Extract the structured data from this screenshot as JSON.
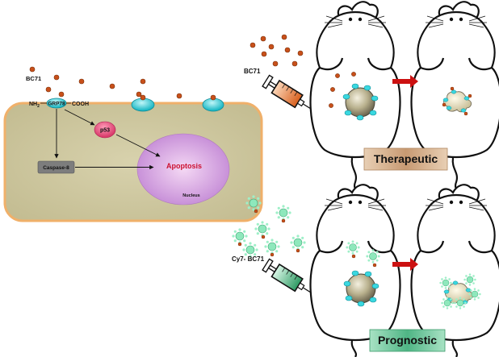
{
  "cell": {
    "bc71_label": "BC71",
    "nh2_label": "NH",
    "nh2_sub": "2",
    "receptor_label": "GRP78",
    "cooh_label": "COOH",
    "p53_label": "p53",
    "caspase_label": "Caspase-8",
    "apoptosis_label": "Apoptosis",
    "nucleus_label": "Nucleus"
  },
  "therapeutic": {
    "agent_label": "BC71",
    "badge_label": "Therapeutic"
  },
  "prognostic": {
    "agent_label": "Cy7- BC71",
    "badge_label": "Prognostic"
  },
  "colors": {
    "cell_fill": "#c9c39a",
    "cell_border": "#e8b070",
    "receptor": "#33d0d8",
    "peptide": "#c8501a",
    "p53": "#e0507a",
    "nucleus": "#c89ad8",
    "apoptosis_text": "#cc1030",
    "caspase": "#808080",
    "arrow_red": "#cc1111",
    "therapeutic_badge": "#c9a078",
    "prognostic_badge": "#5cb888",
    "cy7_particle": "#7fe0b0",
    "tumor": "#b8b090"
  }
}
